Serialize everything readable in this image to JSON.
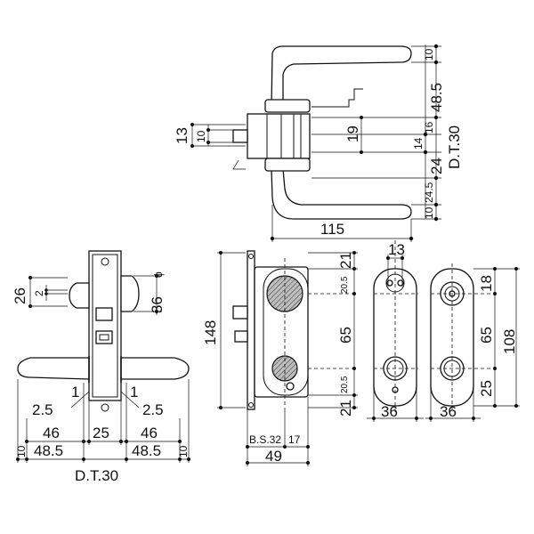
{
  "colors": {
    "line": "#111111",
    "background": "#ffffff",
    "hatch_fill": "#bdbdbd"
  },
  "top_view": {
    "dims": {
      "d10_top": "10",
      "d48_5": "48.5",
      "dt30": "D.T.30",
      "d16": "16",
      "d14": "14",
      "d24": "24",
      "d24_5": "24.5",
      "d10_bot": "10",
      "d13": "13",
      "d10_left": "10",
      "d19": "19",
      "d115": "115"
    }
  },
  "front_view": {
    "dims": {
      "d26": "26",
      "d2": "2",
      "d36": "36",
      "d1_left": "1",
      "d1_right": "1",
      "d2_5_left": "2.5",
      "d2_5_right": "2.5",
      "d46_left": "46",
      "d25": "25",
      "d46_right": "46",
      "d10_left": "10",
      "d48_5_left": "48.5",
      "d48_5_right": "48.5",
      "d10_right": "10",
      "dt30": "D.T.30"
    }
  },
  "side_view": {
    "dims": {
      "d148": "148",
      "d21_top": "21",
      "d20_5_top": "20.5",
      "d65": "65",
      "d20_5_bot": "20.5",
      "d21_bot": "21",
      "bs32": "B.S.32",
      "d17": "17",
      "d49": "49"
    }
  },
  "plate_a": {
    "dims": {
      "d13": "13",
      "d36": "36"
    }
  },
  "plate_b": {
    "dims": {
      "d18": "18",
      "d65": "65",
      "d108": "108",
      "d25": "25",
      "d36": "36"
    }
  }
}
